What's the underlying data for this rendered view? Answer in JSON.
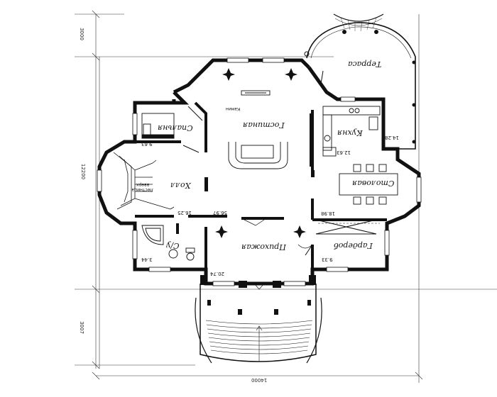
{
  "rooms": {
    "terrace": {
      "label": "Терраса"
    },
    "living": {
      "label": "Гостиная"
    },
    "fireplace": {
      "label": "Камин"
    },
    "kitchen": {
      "label": "Кухня",
      "area": "12.63"
    },
    "bedroom": {
      "label": "Спальня",
      "area": "9.63"
    },
    "hall": {
      "label": "Холл",
      "area": "16.25"
    },
    "stairs": {
      "label": "Лестница вверх"
    },
    "dining": {
      "label": "Столовая",
      "area": "18.98"
    },
    "bath": {
      "label": "С/у",
      "area": "3.44"
    },
    "entry": {
      "label": "Прихожая",
      "area": "20.74"
    },
    "wardrobe": {
      "label": "Гардероб",
      "area": "9.33"
    }
  },
  "extra_areas": {
    "living_area": "56.97",
    "kitchen_side": "14.28"
  },
  "dimensions": {
    "top_left": "3000",
    "left_total": "12200",
    "bottom_left": "3007",
    "bottom_total": "14000"
  }
}
